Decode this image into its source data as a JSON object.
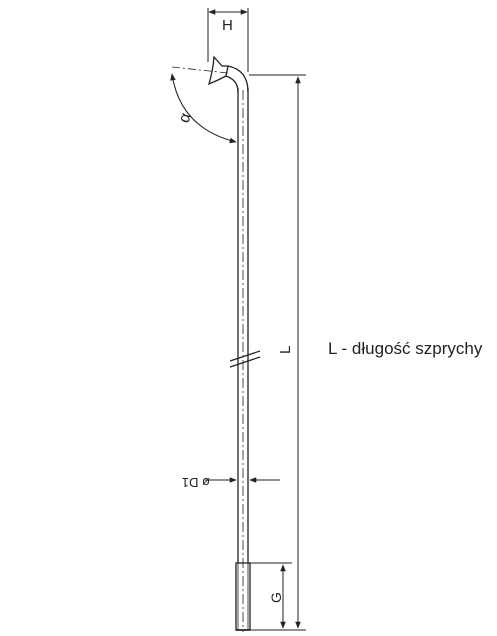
{
  "drawing": {
    "caption": "L - długość szprychy",
    "dimensions": {
      "head_width": "H",
      "angle": "α",
      "length": "L",
      "diameter": "ø D1",
      "thread": "G"
    }
  },
  "colors": {
    "line": "#222222",
    "background": "#ffffff"
  }
}
